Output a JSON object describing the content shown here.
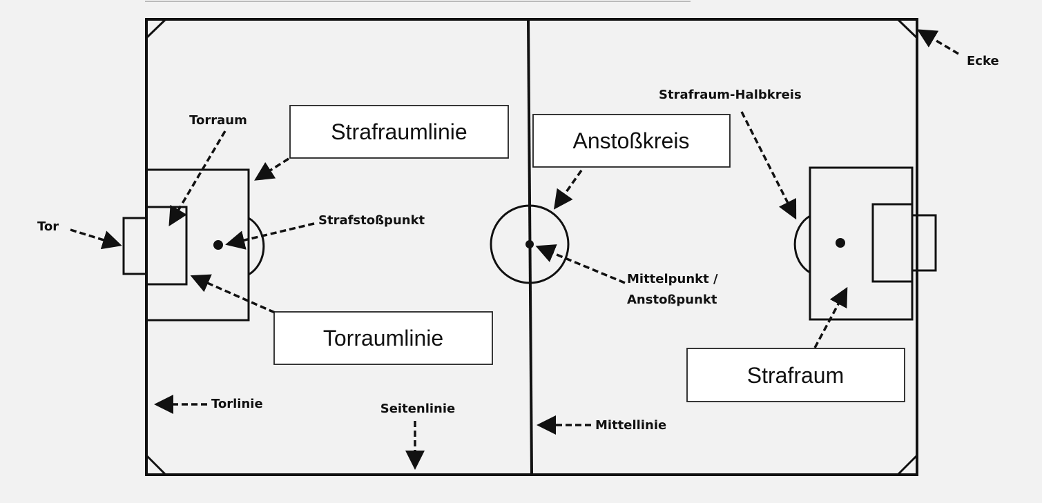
{
  "colors": {
    "background": "#f2f2f2",
    "line": "#111111",
    "box_fill": "#ffffff"
  },
  "boxed_labels": {
    "strafraumlinie": "Strafraumlinie",
    "anstosskreis": "Anstoßkreis",
    "torraumlinie": "Torraumlinie",
    "strafraum": "Strafraum"
  },
  "labels": {
    "torraum": "Torraum",
    "tor": "Tor",
    "strafstosspunkt": "Strafstoßpunkt",
    "strafraum_halbkreis": "Strafraum-Halbkreis",
    "ecke": "Ecke",
    "mittelpunkt_line1": "Mittelpunkt /",
    "mittelpunkt_line2": "Anstoßpunkt",
    "torlinie": "Torlinie",
    "seitenlinie": "Seitenlinie",
    "mittellinie": "Mittellinie"
  }
}
